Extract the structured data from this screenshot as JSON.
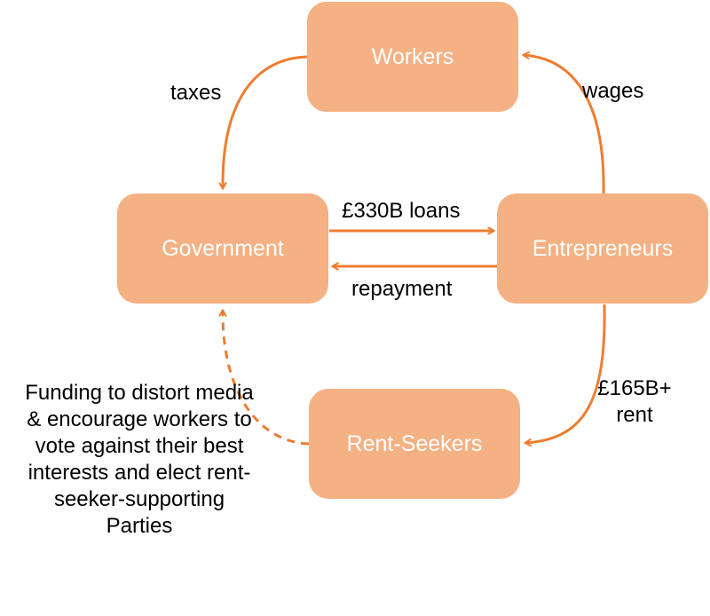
{
  "nodes": {
    "workers": "Workers",
    "government": "Government",
    "entrepreneurs": "Entrepreneurs",
    "rent_seekers": "Rent-Seekers"
  },
  "edges": {
    "taxes": "taxes",
    "wages": "wages",
    "loans": "£330B loans",
    "repayment": "repayment",
    "rent_line1": "£165B+",
    "rent_line2": "rent",
    "funding": "Funding to distort media & encourage workers to vote against their best interests and elect rent-seeker-supporting Parties"
  },
  "colors": {
    "node_fill": "#f4b183",
    "edge": "#ed7d31",
    "node_text": "#ffffff"
  }
}
